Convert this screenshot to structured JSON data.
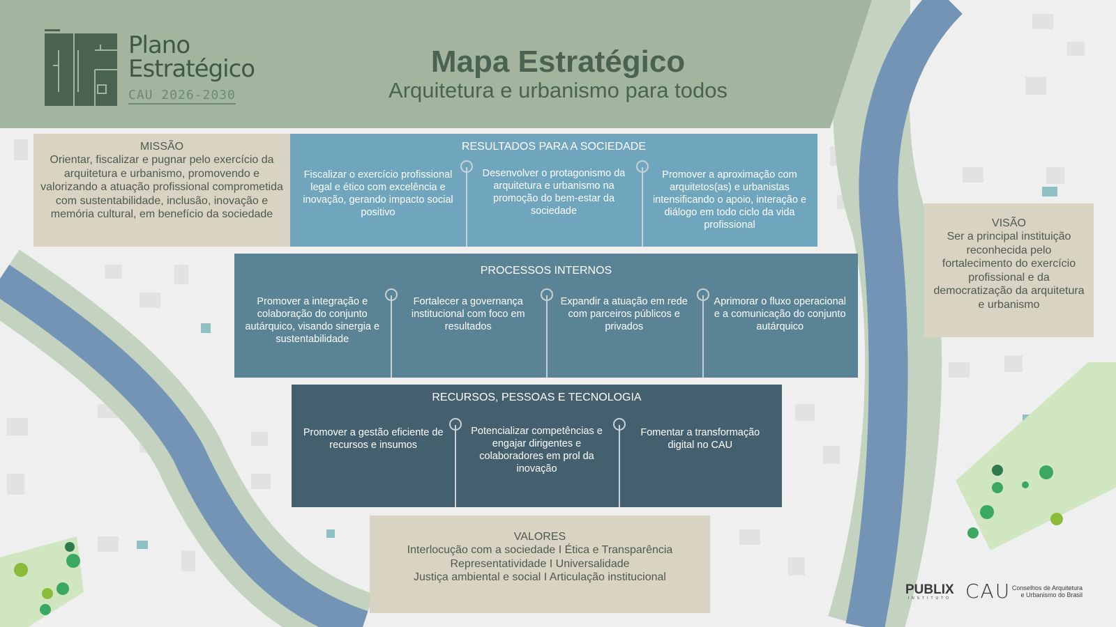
{
  "logo": {
    "title_line1": "Plano",
    "title_line2": "Estratégico",
    "subtitle": "CAU 2026-2030"
  },
  "header": {
    "title": "Mapa Estratégico",
    "subtitle": "Arquitetura e urbanismo para todos"
  },
  "missao": {
    "title": "MISSÃO",
    "text": "Orientar, fiscalizar e pugnar pelo exercício da arquitetura e urbanismo, promovendo e valorizando a atuação profissional comprometida com sustentabilidade, inclusão, inovação e memória cultural, em benefício da sociedade"
  },
  "visao": {
    "title": "VISÃO",
    "text": "Ser a principal instituição reconhecida pelo fortalecimento do exercício profissional e da democratização da arquitetura e urbanismo"
  },
  "resultados": {
    "title": "RESULTADOS PARA A SOCIEDADE",
    "items": [
      "Fiscalizar o exercício profissional legal e ético com excelência e inovação, gerando impacto social positivo",
      "Desenvolver o protagonismo da arquitetura e urbanismo na promoção do bem-estar da sociedade",
      "Promover a aproximação com arquitetos(as) e urbanistas intensificando o apoio, interação e diálogo em todo ciclo da vida profissional"
    ]
  },
  "processos": {
    "title": "PROCESSOS INTERNOS",
    "items": [
      "Promover a integração e colaboração do conjunto autárquico, visando sinergia e sustentabilidade",
      "Fortalecer a governança institucional com foco em resultados",
      "Expandir a atuação em rede com parceiros públicos e privados",
      "Aprimorar o fluxo operacional e a comunicação do conjunto autárquico"
    ]
  },
  "recursos": {
    "title": "RECURSOS, PESSOAS E TECNOLOGIA",
    "items": [
      "Promover a gestão eficiente de recursos e insumos",
      "Potencializar competências e engajar dirigentes e colaboradores em prol da inovação",
      "Fomentar a transformação digital no CAU"
    ]
  },
  "valores": {
    "title": "VALORES",
    "lines": [
      "Interlocução com a sociedade I Ética e Transparência",
      "Representatividade I Universalidade",
      "Justiça ambiental e social I Articulação institucional"
    ]
  },
  "footer": {
    "publix": "PUBLIX",
    "publix_sub": "INSTITUTO",
    "cau": "CAU",
    "cau_text_1": "Conselhos de Arquitetura",
    "cau_text_2": "e Urbanismo do Brasil"
  },
  "colors": {
    "header": "#a3b59e",
    "resultados": "#6fa5bd",
    "processos": "#5a8396",
    "recursos": "#44606e",
    "beige": "#d9d3c4",
    "river": "#7494b6"
  }
}
